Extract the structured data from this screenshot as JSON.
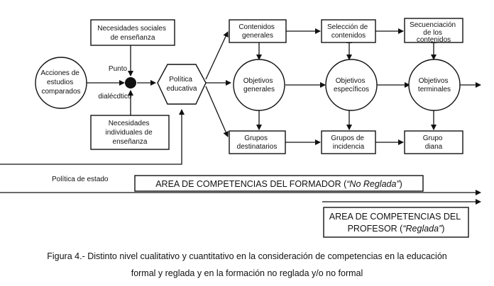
{
  "nodes": {
    "acciones": [
      "Acciones de",
      "estudios",
      "comparados"
    ],
    "punto": "Punto",
    "dialectico": "dialécdtico",
    "nec_sociales": [
      "Necesidades sociales",
      "de enseñanza"
    ],
    "nec_individuales": [
      "Necesidades",
      "individuales de",
      "enseñanza"
    ],
    "politica_educativa": [
      "Política",
      "educativa"
    ],
    "contenidos_generales": [
      "Contenidos",
      "generales"
    ],
    "seleccion_contenidos": [
      "Selección de",
      "contenidos"
    ],
    "secuenciacion": [
      "Secuenciación",
      "de los",
      "contenidos"
    ],
    "objetivos_generales": [
      "Objetivos",
      "generales"
    ],
    "objetivos_especificos": [
      "Objetivos",
      "específicos"
    ],
    "objetivos_terminales": [
      "Objetivos",
      "terminales"
    ],
    "grupos_destinatarios": [
      "Grupos",
      "destinatarios"
    ],
    "grupos_incidencia": [
      "Grupos de",
      "incidencia"
    ],
    "grupo_diana": [
      "Grupo",
      "diana"
    ]
  },
  "politica_estado": "Política de estado",
  "area_formador": {
    "prefix": "AREA DE COMPETENCIAS DEL FORMADOR (",
    "italic": "“No Reglada”",
    "suffix": ")"
  },
  "area_profesor": {
    "line1": "AREA DE COMPETENCIAS DEL",
    "line2_prefix": "PROFESOR (",
    "line2_italic": "“Reglada”",
    "line2_suffix": ")"
  },
  "caption": {
    "line1": "Figura 4.- Distinto nivel cualitativo y cuantitativo en la consideración de competencias en la educación",
    "line2": "formal y reglada y en la formación no reglada y/o no formal"
  }
}
